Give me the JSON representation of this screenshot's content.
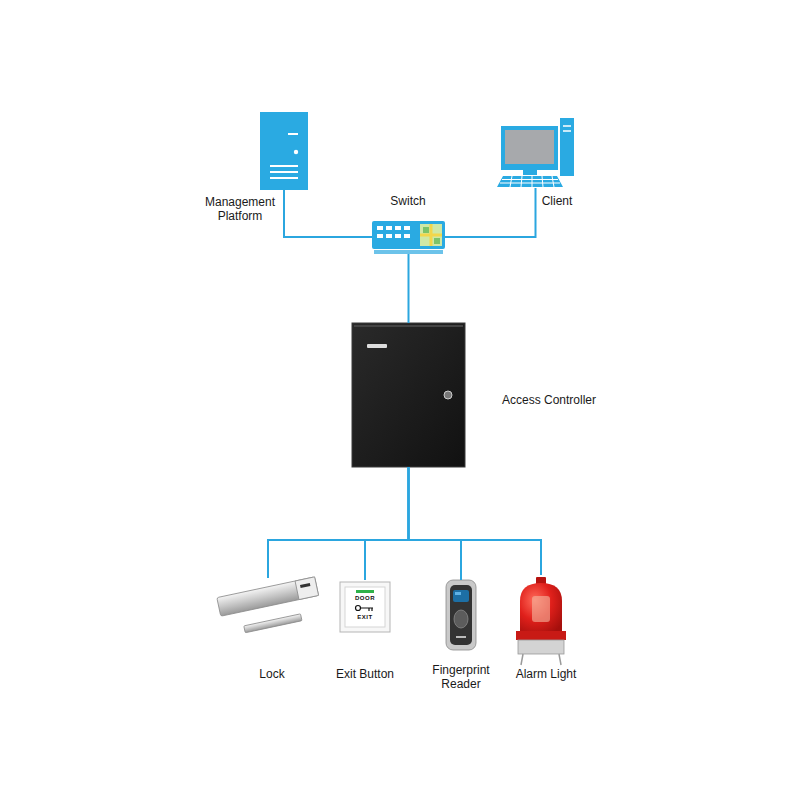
{
  "diagram": {
    "nodes": [
      {
        "text": [
          "Management Platform"
        ]
      },
      {
        "text": [
          "Switch"
        ]
      },
      {
        "text": [
          "Client"
        ]
      },
      {
        "text": [
          "Access Controller"
        ]
      },
      {
        "text": [
          "Lock"
        ]
      },
      {
        "text": [
          "Exit Button"
        ]
      },
      {
        "text": [
          "Fingerprint Reader"
        ]
      },
      {
        "text": [
          "Alarm Light"
        ]
      }
    ],
    "edges": [
      {
        "from": 0,
        "to": 1,
        "arrow": "none"
      },
      {
        "from": 1,
        "to": 2,
        "arrow": "none"
      },
      {
        "from": 1,
        "to": 3,
        "arrow": "none"
      },
      {
        "from": 3,
        "to": 4,
        "arrow": "none"
      },
      {
        "from": 3,
        "to": 5,
        "arrow": "none"
      },
      {
        "from": 3,
        "to": 6,
        "arrow": "none"
      },
      {
        "from": 3,
        "to": 7,
        "arrow": "none"
      }
    ],
    "labels": [
      "DOOR",
      "EXIT"
    ]
  }
}
